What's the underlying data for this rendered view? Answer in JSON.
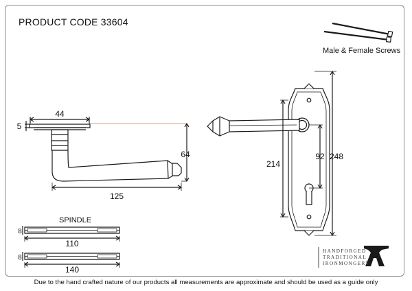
{
  "title": "PRODUCT CODE 33604",
  "screws_label": "Male & Female Screws",
  "spindle_label": "SPINDLE",
  "dimensions": {
    "rose_width": "44",
    "rose_thickness": "5",
    "lever_length": "125",
    "lever_projection": "64",
    "backplate_height": "248",
    "lever_to_keyhole_span": "214",
    "centres": "92",
    "spindle_short_length": "110",
    "spindle_long_length": "140",
    "spindle_square": "8",
    "spindle_square_2": "8"
  },
  "brand": {
    "line1": "HANDFORGED",
    "line2": "TRADITIONAL",
    "line3": "IRONMONGERY"
  },
  "footer": "Due to the hand crafted nature of our products all measurements are approximate and should be used as a guide only",
  "colors": {
    "line": "#1a1a1a",
    "accent": "#c97a5a",
    "border": "#8a8a8a"
  }
}
